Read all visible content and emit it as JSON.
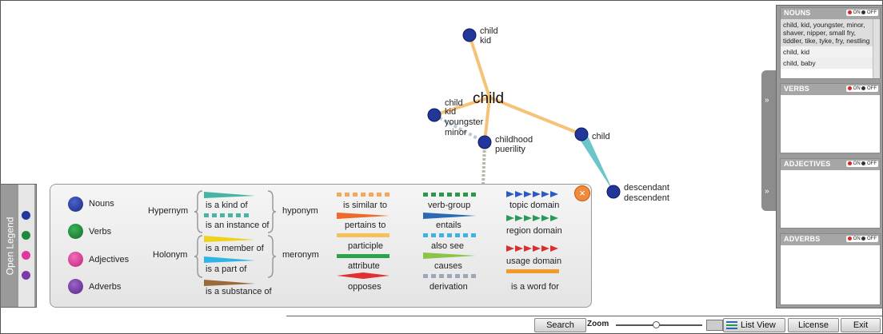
{
  "graph": {
    "center": "child",
    "nodes": [
      {
        "id": "n1",
        "lines": [
          "child",
          "kid"
        ]
      },
      {
        "id": "n2",
        "lines": [
          "child",
          "kid",
          "youngster",
          "minor"
        ]
      },
      {
        "id": "n3",
        "lines": [
          "childhood",
          "puerility"
        ]
      },
      {
        "id": "n4",
        "lines": [
          "child"
        ]
      },
      {
        "id": "n5",
        "lines": [
          "descendant",
          "descendent"
        ]
      }
    ]
  },
  "legend_tab": {
    "label": "Open Legend"
  },
  "legend": {
    "pos": {
      "nouns": "Nouns",
      "verbs": "Verbs",
      "adjectives": "Adjectives",
      "adverbs": "Adverbs"
    },
    "groups": {
      "hypernym": "Hypernym",
      "hyponym": "hyponym",
      "holonym": "Holonym",
      "meronym": "meronym"
    },
    "relations": {
      "kind_of": "is a kind of",
      "instance_of": "is an instance of",
      "member_of": "is a member of",
      "part_of": "is a part of",
      "substance_of": "is a substance of",
      "similar_to": "is similar to",
      "pertains_to": "pertains to",
      "participle": "participle",
      "attribute": "attribute",
      "opposes": "opposes",
      "verb_group": "verb-group",
      "entails": "entails",
      "also_see": "also see",
      "causes": "causes",
      "derivation": "derivation",
      "topic_domain": "topic domain",
      "region_domain": "region domain",
      "usage_domain": "usage domain",
      "word_for": "is a word for"
    },
    "close_icon": "close-icon"
  },
  "colors": {
    "noun": "#23369a",
    "verb": "#1e8a3a",
    "adjective": "#e0389a",
    "adverb": "#7a3aa8",
    "edge": "#f6c27a",
    "edge_teal": "#6cc5c8",
    "accent": "#f08a3c"
  },
  "panels": {
    "nouns": {
      "title": "NOUNS",
      "on": "ON",
      "off": "OFF",
      "senses": [
        "child, kid, youngster, minor, shaver, nipper, small fry, tiddler, tike, tyke, fry, nestling",
        "child, kid",
        "child, baby"
      ]
    },
    "verbs": {
      "title": "VERBS",
      "on": "ON",
      "off": "OFF"
    },
    "adjectives": {
      "title": "ADJECTIVES",
      "on": "ON",
      "off": "OFF"
    },
    "adverbs": {
      "title": "ADVERBS",
      "on": "ON",
      "off": "OFF"
    }
  },
  "bottom": {
    "search_value": "",
    "search_button": "Search",
    "zoom_label": "Zoom",
    "list_view": "List View",
    "license": "License",
    "exit": "Exit"
  }
}
